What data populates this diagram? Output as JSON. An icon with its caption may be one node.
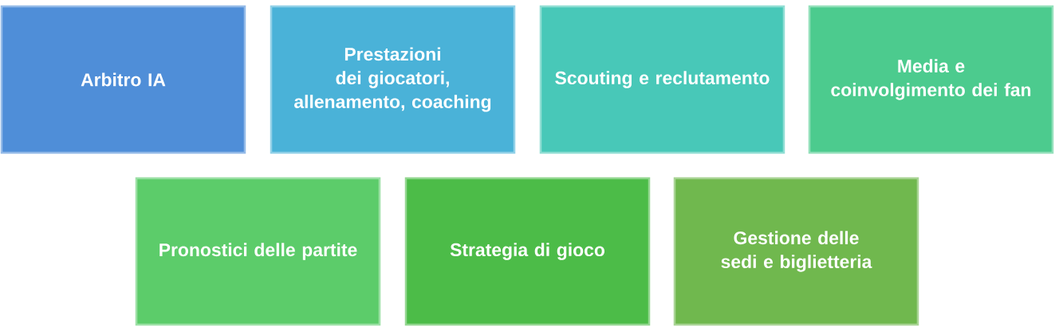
{
  "diagram": {
    "nodes": [
      {
        "text": [
          "Arbitro IA"
        ]
      },
      {
        "text": [
          "Prestazioni dei giocatori, allenamento, coaching"
        ]
      },
      {
        "text": [
          "Scouting e reclutamento"
        ]
      },
      {
        "text": [
          "Media e coinvolgimento dei fan"
        ]
      },
      {
        "text": [
          "Pronostici delle partite"
        ]
      },
      {
        "text": [
          "Strategia di gioco"
        ]
      },
      {
        "text": [
          "Gestione delle sedi e biglietteria"
        ]
      }
    ]
  }
}
